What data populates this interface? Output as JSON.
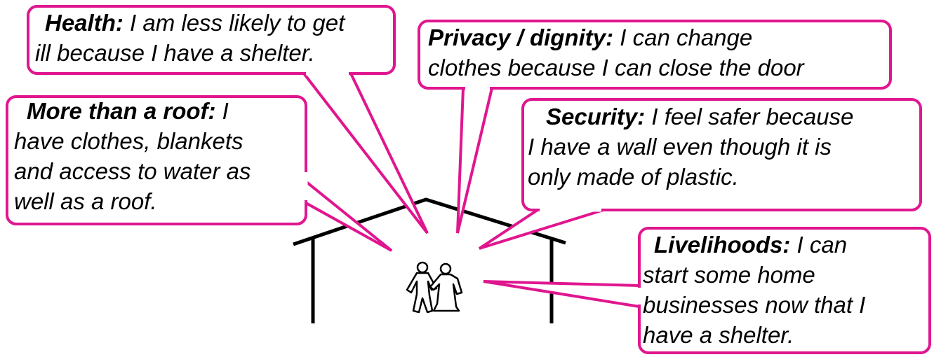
{
  "colors": {
    "bubble_outline": "#e0168f",
    "house": "#000000",
    "text": "#000000",
    "background": "#ffffff"
  },
  "icons": {
    "people": "two-people-icon"
  },
  "bubbles": {
    "health": {
      "heading": "Health:",
      "lines": [
        " I am less likely to get",
        "ill because I have a shelter."
      ]
    },
    "privacy": {
      "heading": "Privacy / dignity:",
      "lines": [
        " I can change",
        "clothes because I can close the door"
      ]
    },
    "roof": {
      "heading": "More than a roof:",
      "lines": [
        " I",
        "have clothes, blankets",
        "and access to water as",
        "well as a roof."
      ]
    },
    "security": {
      "heading": "Security:",
      "lines": [
        " I feel safer  because",
        "I have a wall even though it is",
        "only made of plastic."
      ]
    },
    "livelihoods": {
      "heading": "Livelihoods:",
      "lines": [
        " I can",
        "start some home",
        "businesses now that I",
        "have a shelter."
      ]
    }
  }
}
